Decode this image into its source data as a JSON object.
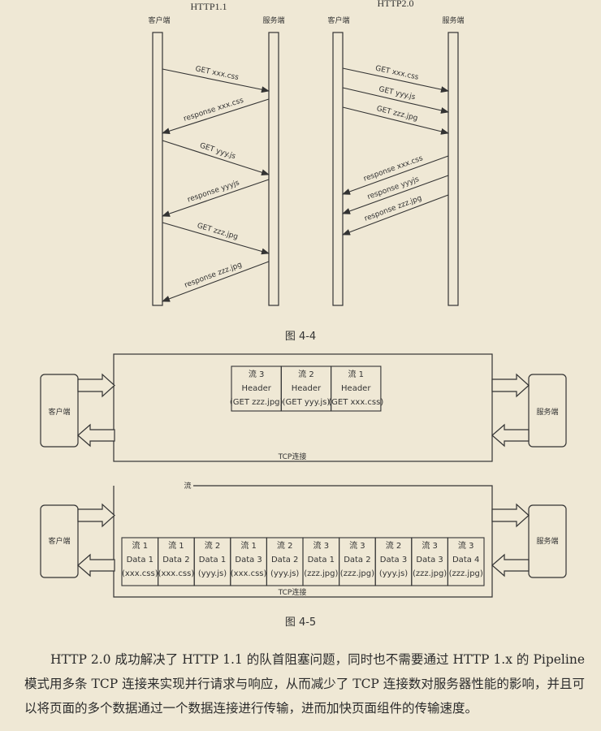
{
  "fig44": {
    "left_title": "HTTP1.1",
    "right_title": "HTTP2.0",
    "client_label": "客户端",
    "server_label": "服务端",
    "left_messages": [
      "GET xxx.css",
      "response xxx.css",
      "GET yyy.js",
      "response yyyjs",
      "GET zzz.jpg",
      "response zzz.jpg"
    ],
    "right_requests": [
      "GET xxx.css",
      "GET yyy.js",
      "GET zzz.jpg"
    ],
    "right_responses": [
      "response xxx.css",
      "response yyyjs",
      "response zzz.jpg"
    ],
    "caption": "图 4-4"
  },
  "fig45": {
    "client_label": "客户端",
    "server_label": "服务端",
    "connection_label": "TCP连接",
    "stream_label": "流",
    "top_frames": [
      {
        "stream": "流 3",
        "type": "Header",
        "payload": "(GET zzz.jpg)"
      },
      {
        "stream": "流 2",
        "type": "Header",
        "payload": "(GET yyy.js)"
      },
      {
        "stream": "流 1",
        "type": "Header",
        "payload": "(GET xxx.css)"
      }
    ],
    "bottom_frames": [
      {
        "stream": "流 1",
        "type": "Data 1",
        "payload": "(xxx.css)"
      },
      {
        "stream": "流 1",
        "type": "Data 2",
        "payload": "(xxx.css)"
      },
      {
        "stream": "流 2",
        "type": "Data 1",
        "payload": "(yyy.js)"
      },
      {
        "stream": "流 1",
        "type": "Data 3",
        "payload": "(xxx.css)"
      },
      {
        "stream": "流 2",
        "type": "Data 2",
        "payload": "(yyy.js)"
      },
      {
        "stream": "流 3",
        "type": "Data 1",
        "payload": "(zzz.jpg)"
      },
      {
        "stream": "流 3",
        "type": "Data 2",
        "payload": "(zzz.jpg)"
      },
      {
        "stream": "流 2",
        "type": "Data 3",
        "payload": "(yyy.js)"
      },
      {
        "stream": "流 3",
        "type": "Data 3",
        "payload": "(zzz.jpg)"
      },
      {
        "stream": "流 3",
        "type": "Data 4",
        "payload": "(zzz.jpg)"
      }
    ],
    "caption": "图 4-5"
  },
  "paragraph": "HTTP 2.0 成功解决了 HTTP 1.1 的队首阻塞问题，同时也不需要通过 HTTP 1.x 的 Pipeline 模式用多条 TCP 连接来实现并行请求与响应，从而减少了 TCP 连接数对服务器性能的影响，并且可以将页面的多个数据通过一个数据连接进行传输，进而加快页面组件的传输速度。"
}
